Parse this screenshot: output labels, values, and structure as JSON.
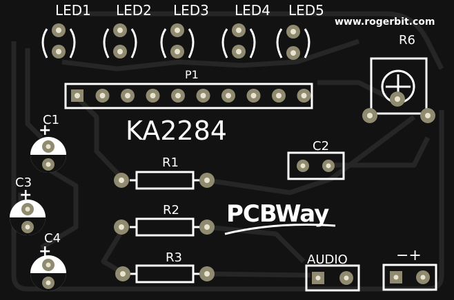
{
  "board": {
    "website": "www.rogerbit.com",
    "title": "KA2284",
    "logo_text": "PCBWay",
    "colors": {
      "background": "#121212",
      "trace": "#262626",
      "silkscreen": "#ffffff",
      "pad": "#8f8a70",
      "pad_hole": "#e8e4cf"
    }
  },
  "leds": [
    {
      "label": "LED1"
    },
    {
      "label": "LED2"
    },
    {
      "label": "LED3"
    },
    {
      "label": "LED4"
    },
    {
      "label": "LED5"
    }
  ],
  "connector_p1": {
    "label": "P1",
    "pins": 10
  },
  "capacitors": [
    {
      "label": "C1",
      "polarity": "+"
    },
    {
      "label": "C3",
      "polarity": "+"
    },
    {
      "label": "C4",
      "polarity": "+"
    },
    {
      "label": "C2"
    }
  ],
  "resistors": [
    {
      "label": "R1"
    },
    {
      "label": "R2"
    },
    {
      "label": "R3"
    }
  ],
  "potentiometer": {
    "label": "R6"
  },
  "audio_connector": {
    "label": "AUDIO"
  },
  "power_connector": {
    "label": "−+"
  }
}
